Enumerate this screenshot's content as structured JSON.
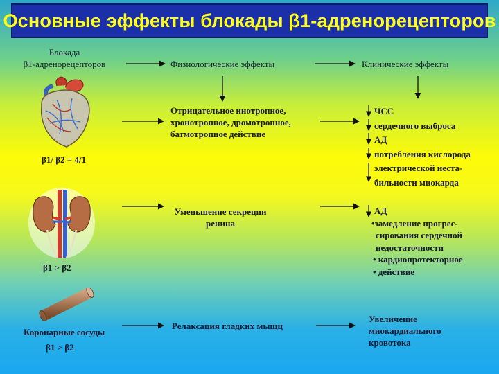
{
  "title": "Основные эффекты блокады β1-адренорецепторов",
  "header": {
    "col1_line1": "Блокада",
    "col1_line2": "β1-адренорецепторов",
    "col2": "Физиологические  эффекты",
    "col3": "Клинические  эффекты"
  },
  "rows": [
    {
      "organ_icon": "heart-icon",
      "ratio": "β1/ β2 = 4/1",
      "physio": [
        "Отрицательное инотропное,",
        "хронотропное, дромотропное,",
        "батмотропное действие"
      ],
      "clinical": [
        "ЧСС",
        "сердечного выброса",
        "АД",
        "потребления кислорода",
        "электрической неста-",
        "бильности миокарда"
      ]
    },
    {
      "organ_icon": "kidneys-icon",
      "ratio": "β1 > β2",
      "physio": [
        "Уменьшение секреции",
        "ренина"
      ],
      "clinical": [
        "АД",
        "•замедление прогрес-",
        "сирования сердечной",
        "недостаточности",
        "• кардиопротекторное",
        "• действие"
      ]
    },
    {
      "organ_icon": "coronary-vessel-icon",
      "label": "Коронарные сосуды",
      "ratio": "β1 > β2",
      "physio": [
        "Релаксация гладких мыщц"
      ],
      "clinical": [
        "Увеличение",
        "миокардиального",
        "кровотока"
      ]
    }
  ],
  "colors": {
    "title_bg": "#1a2fa8",
    "title_text": "#ffff1a",
    "text": "#1a1a33",
    "arrow": "#111111"
  }
}
